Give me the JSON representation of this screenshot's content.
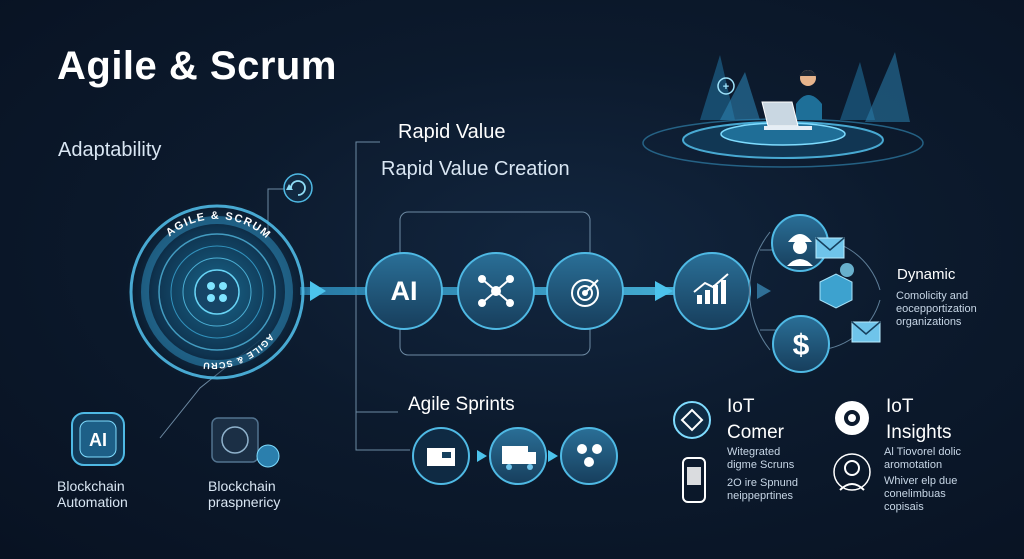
{
  "title": "Agile & Scrum",
  "left": {
    "adaptability": "Adaptability",
    "hub_ring_top": "AGILE & SCRUM",
    "hub_ring_bottom": "AGILE & SCRUM",
    "ai_badge": "AI",
    "blockchain_1": [
      "Blockchain",
      "Automation"
    ],
    "blockchain_2": [
      "Blockchain",
      "praspnericy"
    ]
  },
  "top": {
    "rapid_value": "Rapid Value",
    "rapid_value_creation": "Rapid Value Creation"
  },
  "flow": {
    "node_ai": "AI"
  },
  "right": {
    "dynamic_title": "Dynamic",
    "dynamic_desc": [
      "Comolicity and",
      "eocepportization",
      "organizations"
    ]
  },
  "bottom": {
    "agile_sprints": "Agile Sprints",
    "iot_comer": {
      "title": [
        "IoT",
        "Comer"
      ],
      "desc1": [
        "Witegrated",
        "digme Scruns"
      ],
      "desc2": [
        "2O ire Spnund",
        "neippeprtines"
      ]
    },
    "iot_insights": {
      "title": [
        "IoT",
        "Insights"
      ],
      "desc1": [
        "Al Tiovorel dolic",
        "aromotation"
      ],
      "desc2": [
        "Whiver elp due",
        "conelimbuas",
        "copisais"
      ]
    }
  },
  "colors": {
    "accent": "#3fb6e6",
    "node_fill": "#1d4f72",
    "bg": "#0c1a2d"
  }
}
